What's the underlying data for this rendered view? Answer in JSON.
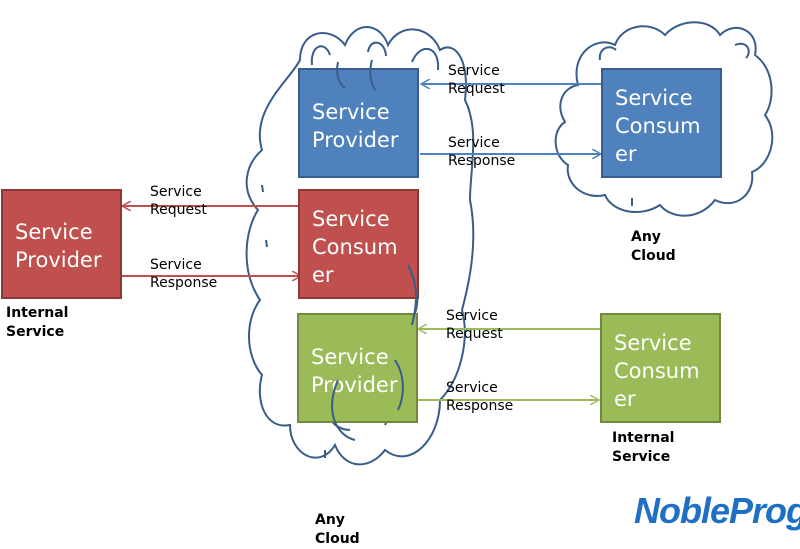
{
  "boxes": {
    "internal_provider": {
      "lines": [
        "Service",
        "Provider"
      ]
    },
    "cloud_provider_blue": {
      "lines": [
        "Service",
        "Provider"
      ]
    },
    "cloud_consumer_red": {
      "lines": [
        "Service",
        "Consum",
        "er"
      ]
    },
    "cloud_provider_green": {
      "lines": [
        "Service",
        "Provider"
      ]
    },
    "any_cloud_consumer_blue": {
      "lines": [
        "Service",
        "Consum",
        "er"
      ]
    },
    "internal_consumer_green": {
      "lines": [
        "Service",
        "Consum",
        "er"
      ]
    }
  },
  "arrows": {
    "blue_request": [
      "Service",
      "Request"
    ],
    "blue_response": [
      "Service",
      "Response"
    ],
    "red_request": [
      "Service",
      "Request"
    ],
    "red_response": [
      "Service",
      "Response"
    ],
    "green_request": [
      "Service",
      "Request"
    ],
    "green_response": [
      "Service",
      "Response"
    ]
  },
  "captions": {
    "internal_service_left": [
      "Internal",
      "Service"
    ],
    "any_cloud_right": [
      "Any",
      "Cloud"
    ],
    "internal_service_right": [
      "Internal",
      "Service"
    ],
    "any_cloud_bottom": [
      "Any",
      "Cloud"
    ]
  },
  "logo": "NobleProg",
  "colors": {
    "red": "#c0504d",
    "blue": "#4f81bd",
    "green": "#9bbb59",
    "cloud_outline": "#385d8a",
    "logo": "#1f6fc5"
  }
}
